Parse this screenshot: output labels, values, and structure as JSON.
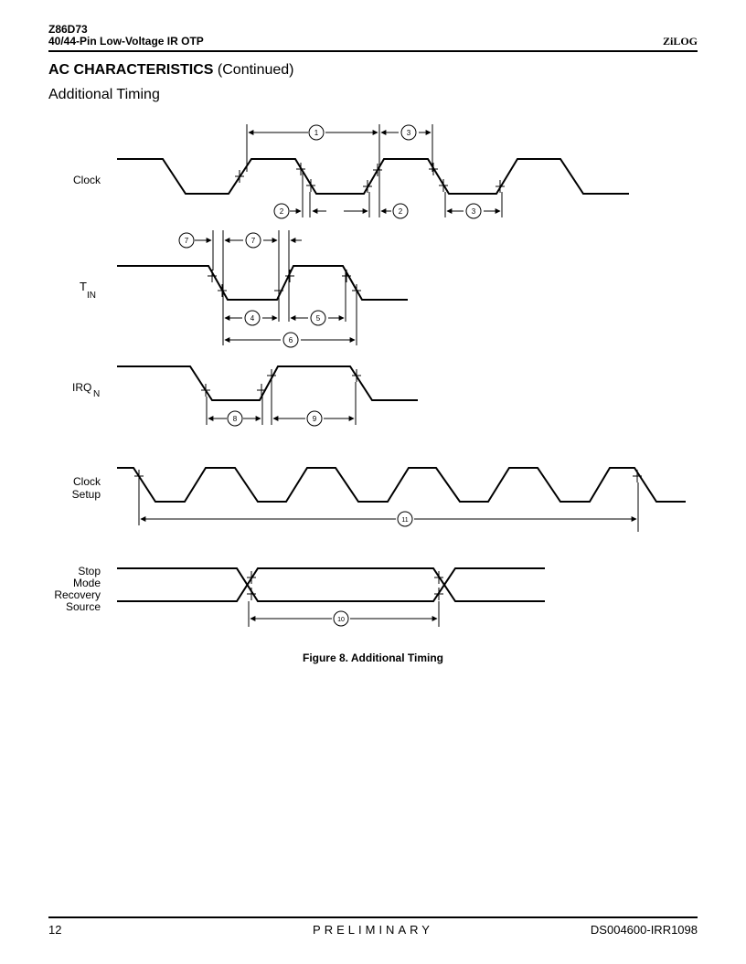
{
  "header": {
    "part": "Z86D73",
    "subtitle": "40/44-Pin Low-Voltage IR OTP",
    "brand": "ZiLOG"
  },
  "section": {
    "title_bold": "AC CHARACTERISTICS",
    "title_rest": "(Continued)",
    "subtitle": "Additional Timing"
  },
  "diagram": {
    "signals": {
      "clock": "Clock",
      "tin_main": "T",
      "tin_sub": "IN",
      "irq_main": "IRQ",
      "irq_sub": "N",
      "clock_setup_1": "Clock",
      "clock_setup_2": "Setup",
      "stop_1": "Stop",
      "stop_2": "Mode",
      "stop_3": "Recovery",
      "stop_4": "Source"
    },
    "param_numbers": [
      "1",
      "2",
      "2",
      "3",
      "3",
      "7",
      "7",
      "4",
      "5",
      "6",
      "8",
      "9",
      "11",
      "10"
    ]
  },
  "caption": "Figure 8.  Additional Timing",
  "footer": {
    "page": "12",
    "status": "PRELIMINARY",
    "doc_id": "DS004600-IRR1098"
  }
}
